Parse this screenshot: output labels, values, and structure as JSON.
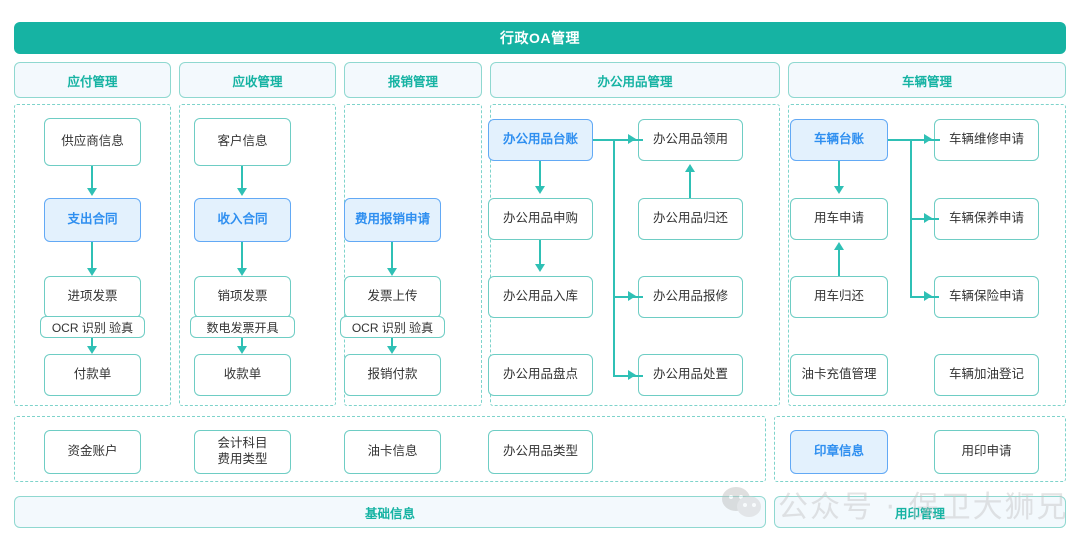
{
  "header": {
    "title": "行政OA管理"
  },
  "categories": [
    {
      "label": "应付管理"
    },
    {
      "label": "应收管理"
    },
    {
      "label": "报销管理"
    },
    {
      "label": "办公用品管理"
    },
    {
      "label": "车辆管理"
    }
  ],
  "columns": {
    "payable": {
      "nodes": [
        {
          "label": "供应商信息",
          "highlight": false
        },
        {
          "label": "支出合同",
          "highlight": true
        },
        {
          "label": "进项发票",
          "highlight": false,
          "sublabel": "OCR 识别 验真"
        },
        {
          "label": "付款单",
          "highlight": false
        }
      ]
    },
    "receivable": {
      "nodes": [
        {
          "label": "客户信息",
          "highlight": false
        },
        {
          "label": "收入合同",
          "highlight": true
        },
        {
          "label": "销项发票",
          "highlight": false,
          "sublabel": "数电发票开具"
        },
        {
          "label": "收款单",
          "highlight": false
        }
      ]
    },
    "reimbursement": {
      "nodes": [
        {
          "label": "费用报销申请",
          "highlight": true
        },
        {
          "label": "发票上传",
          "highlight": false,
          "sublabel": "OCR 识别 验真"
        },
        {
          "label": "报销付款",
          "highlight": false
        }
      ]
    },
    "office_supplies": {
      "left_nodes": [
        {
          "label": "办公用品台账",
          "highlight": true
        },
        {
          "label": "办公用品申购",
          "highlight": false
        },
        {
          "label": "办公用品入库",
          "highlight": false
        },
        {
          "label": "办公用品盘点",
          "highlight": false
        }
      ],
      "right_nodes": [
        {
          "label": "办公用品领用",
          "highlight": false
        },
        {
          "label": "办公用品归还",
          "highlight": false
        },
        {
          "label": "办公用品报修",
          "highlight": false
        },
        {
          "label": "办公用品处置",
          "highlight": false
        }
      ]
    },
    "vehicle": {
      "left_nodes": [
        {
          "label": "车辆台账",
          "highlight": true
        },
        {
          "label": "用车申请",
          "highlight": false
        },
        {
          "label": "用车归还",
          "highlight": false
        },
        {
          "label": "油卡充值管理",
          "highlight": false
        }
      ],
      "right_nodes": [
        {
          "label": "车辆维修申请",
          "highlight": false
        },
        {
          "label": "车辆保养申请",
          "highlight": false
        },
        {
          "label": "车辆保险申请",
          "highlight": false
        },
        {
          "label": "车辆加油登记",
          "highlight": false
        }
      ]
    }
  },
  "basic_info_row": {
    "nodes": [
      {
        "line1": "资金账户",
        "line2": ""
      },
      {
        "line1": "会计科目",
        "line2": "费用类型"
      },
      {
        "line1": "油卡信息",
        "line2": ""
      },
      {
        "line1": "办公用品类型",
        "line2": ""
      }
    ]
  },
  "seal_row": {
    "nodes": [
      {
        "label": "印章信息",
        "highlight": true
      },
      {
        "label": "用印申请",
        "highlight": false
      }
    ]
  },
  "footers": [
    {
      "label": "基础信息"
    },
    {
      "label": "用印管理"
    }
  ],
  "watermark": {
    "text": "公众号 · 保卫大狮兄",
    "icon": "wechat-icon"
  },
  "colors": {
    "teal": "#16b3a3",
    "teal_line": "#2fc0b5",
    "dashed": "#7ed3cb",
    "node_border": "#6ecdc4",
    "highlight_bg": "#e3f1fd",
    "highlight_border": "#62a9f5",
    "highlight_text": "#2f8ff0",
    "panel_bg": "#f3f9fd"
  }
}
